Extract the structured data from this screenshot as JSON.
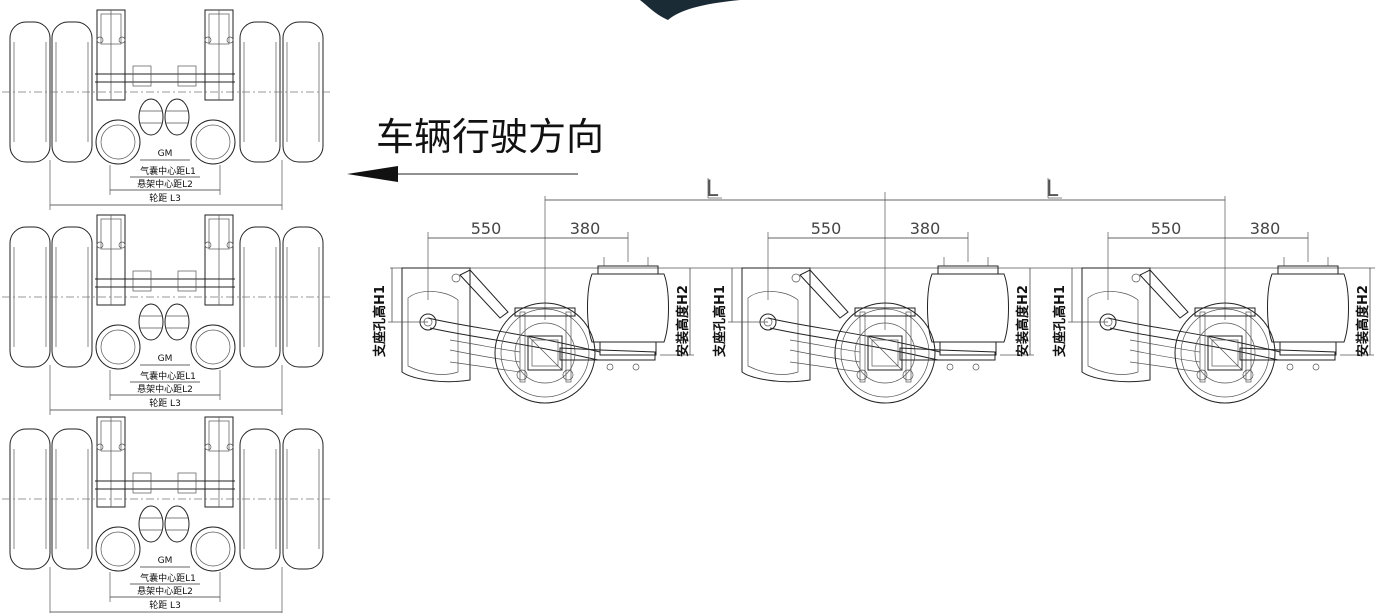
{
  "direction_label": "车辆行驶方向",
  "top_views": [
    {
      "gm": "GM",
      "l1": "气囊中心距L1",
      "l2": "悬架中心距L2",
      "l3": "轮距 L3"
    },
    {
      "gm": "GM",
      "l1": "气囊中心距L1",
      "l2": "悬架中心距L2",
      "l3": "轮距 L3"
    },
    {
      "gm": "GM",
      "l1": "气囊中心距L1",
      "l2": "悬架中心距L2",
      "l3": "轮距 L3"
    }
  ],
  "side_view": {
    "span_labels": [
      "L",
      "L"
    ],
    "units": [
      {
        "dim_a": "550",
        "dim_b": "380",
        "h1": "支座孔高H1",
        "h2": "安装高度H2"
      },
      {
        "dim_a": "550",
        "dim_b": "380",
        "h1": "支座孔高H1",
        "h2": "安装高度H2"
      },
      {
        "dim_a": "550",
        "dim_b": "380",
        "h1": "支座孔高H1",
        "h2": "安装高度H2"
      }
    ]
  },
  "colors": {
    "line": "#222222",
    "logo": "#1b2b35"
  }
}
